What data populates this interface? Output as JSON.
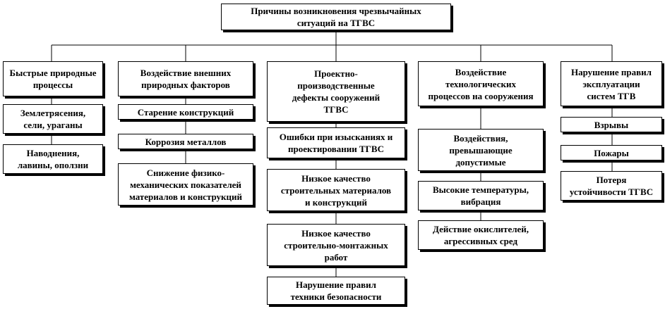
{
  "root": "Причины возникновения чрезвычайных\nситуаций на ТГВС",
  "columns": [
    {
      "header": "Быстрые природные\nпроцессы",
      "items": [
        "Землетрясения,\nсели, ураганы",
        "Наводнения,\nлавины, оползни"
      ]
    },
    {
      "header": "Воздействие внешних\nприродных факторов",
      "items": [
        "Старение конструкций",
        "Коррозия металлов",
        "Снижение физико-\nмеханических показателей\nматериалов и конструкций"
      ]
    },
    {
      "header": "Проектно-\nпроизводственные\nдефекты сооружений\nТГВС",
      "items": [
        "Ошибки при изысканиях и\nпроектировании ТГВС",
        "Низкое качество\nстроительных материалов\nи конструкций",
        "Низкое качество\nстроительно-монтажных\nработ",
        "Нарушение правил\nтехники безопасности"
      ]
    },
    {
      "header": "Воздействие\nтехнологических\nпроцессов на сооружения",
      "items": [
        "Воздействия,\nпревышающие\nдопустимые",
        "Высокие температуры,\nвибрация",
        "Действие окислителей,\nагрессивных сред"
      ]
    },
    {
      "header": "Нарушение правил\nэксплуатации\nсистем ТГВ",
      "items": [
        "Взрывы",
        "Пожары",
        "Потеря\nустойчивости ТГВС"
      ]
    }
  ]
}
